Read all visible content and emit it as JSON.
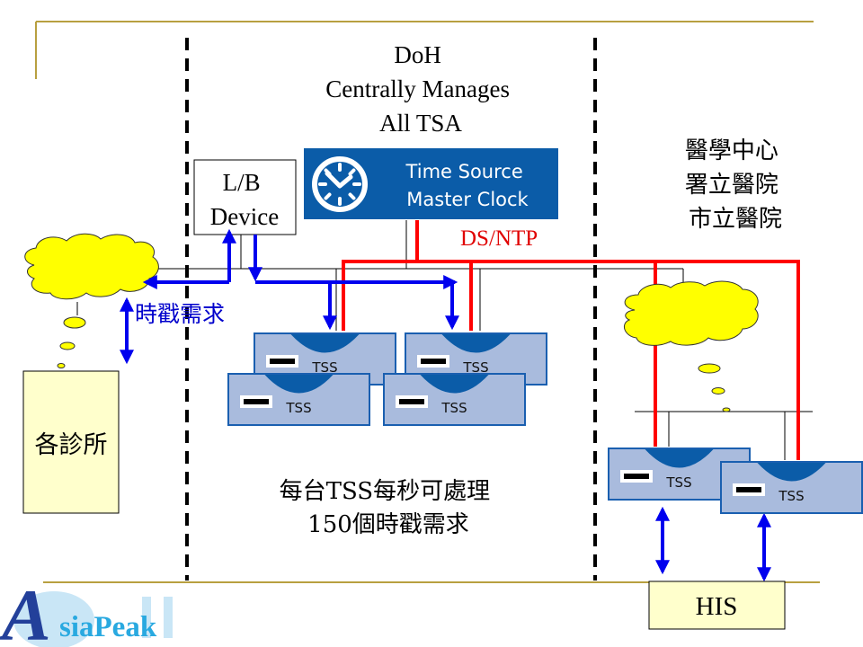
{
  "colors": {
    "frame_gold": "#b8a040",
    "divider_black": "#000000",
    "ntp_red": "#ff0000",
    "request_blue": "#0000ee",
    "master_clock_blue": "#0b5ca8",
    "tss_fill": "#a9bbdd",
    "tss_border": "#1a5fb0",
    "cloud_yellow": "#ffff00",
    "note_yellow": "#ffffcc",
    "logo_dark": "#23409a",
    "logo_light": "#29a9e0"
  },
  "header": {
    "title_lines": [
      "DoH",
      "Centrally Manages",
      "All TSA"
    ]
  },
  "master_clock": {
    "icon": "clock-icon",
    "lines": [
      "Time Source",
      "Master Clock"
    ]
  },
  "protocol_label": "DS/NTP",
  "lb_device": {
    "lines": [
      "L/B",
      "Device"
    ]
  },
  "request_label": "時戳需求",
  "clinic_box": {
    "label": "各診所"
  },
  "hospital_group": {
    "lines": [
      "醫學中心",
      "署立醫院",
      "市立醫院"
    ]
  },
  "central_tss_units": [
    {
      "label": "TSS"
    },
    {
      "label": "TSS"
    },
    {
      "label": "TSS"
    },
    {
      "label": "TSS"
    }
  ],
  "hospital_tss_units": [
    {
      "label": "TSS"
    },
    {
      "label": "TSS"
    }
  ],
  "capacity_note": {
    "lines": [
      "每台TSS每秒可處理",
      "150個時戳需求"
    ]
  },
  "his_box": {
    "label": "HIS"
  },
  "logo": {
    "initial": "A",
    "text": "siaPeak"
  }
}
